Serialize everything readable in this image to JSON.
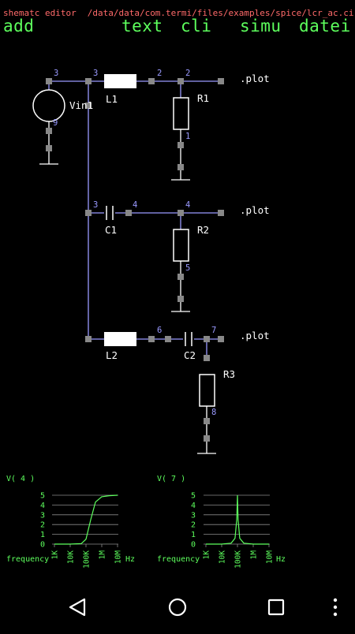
{
  "header": {
    "app_title": "shematc editor",
    "file_path": "/data/data/com.termi/files/examples/spice/lcr_ac.ci",
    "menu": {
      "add": "add",
      "text": "text",
      "cli": "cli",
      "simu": "simu",
      "datei": "datei"
    }
  },
  "colors": {
    "background": "#000000",
    "wire": "#9a9aff",
    "node_label": "#9a9aff",
    "component": "#ffffff",
    "pin": "#888888",
    "menu": "#5dff5d",
    "title": "#ff6a6a",
    "plot": "#5dff5d"
  },
  "schematic": {
    "components": {
      "vin1": "Vin1",
      "l1": "L1",
      "r1": "R1",
      "c1": "C1",
      "r2": "R2",
      "l2": "L2",
      "c2": "C2",
      "r3": "R3"
    },
    "plot_labels": {
      "p1": ".plot",
      "p2": ".plot",
      "p3": ".plot"
    },
    "nodes": {
      "n_vin_top": "3",
      "n_vin_bot": "9",
      "n_l1_left": "3",
      "n_l1_right": "2",
      "n_r1_top": "2",
      "n_r1_bot": "1",
      "n_c1_left": "3",
      "n_c1_right": "4",
      "n_r2_top": "4",
      "n_r2_bot": "5",
      "n_l2_right": "6",
      "n_c2_right": "7",
      "n_r3_bot": "8"
    }
  },
  "chart_data": [
    {
      "type": "line",
      "title": "V( 4 )",
      "xlabel": "frequency",
      "unit": "Hz",
      "x_ticks": [
        "1K",
        "10K",
        "100K",
        "1M",
        "10M"
      ],
      "y_ticks": [
        "0",
        "1",
        "2",
        "3",
        "4",
        "5"
      ],
      "ylim": [
        0,
        5
      ],
      "x_scale": "log",
      "xlim": [
        1000,
        10000000
      ],
      "grid": true,
      "x": [
        1000,
        10000,
        50000,
        100000,
        200000,
        400000,
        1000000,
        3000000,
        10000000
      ],
      "y": [
        0,
        0,
        0.05,
        0.5,
        2.5,
        4.3,
        4.85,
        4.95,
        5
      ]
    },
    {
      "type": "line",
      "title": "V( 7 )",
      "xlabel": "frequency",
      "unit": "Hz",
      "x_ticks": [
        "1K",
        "10K",
        "100K",
        "1M",
        "10M"
      ],
      "y_ticks": [
        "0",
        "1",
        "2",
        "3",
        "4",
        "5"
      ],
      "ylim": [
        0,
        5
      ],
      "x_scale": "log",
      "xlim": [
        1000,
        10000000
      ],
      "grid": true,
      "x": [
        1000,
        10000,
        40000,
        70000,
        90000,
        100000,
        110000,
        140000,
        250000,
        1000000,
        10000000
      ],
      "y": [
        0,
        0,
        0.1,
        0.6,
        2.5,
        5,
        2.5,
        0.6,
        0.1,
        0,
        0
      ]
    }
  ],
  "navbar": {
    "back": "back-icon",
    "home": "home-icon",
    "recents": "recents-icon",
    "more": "more-icon"
  }
}
